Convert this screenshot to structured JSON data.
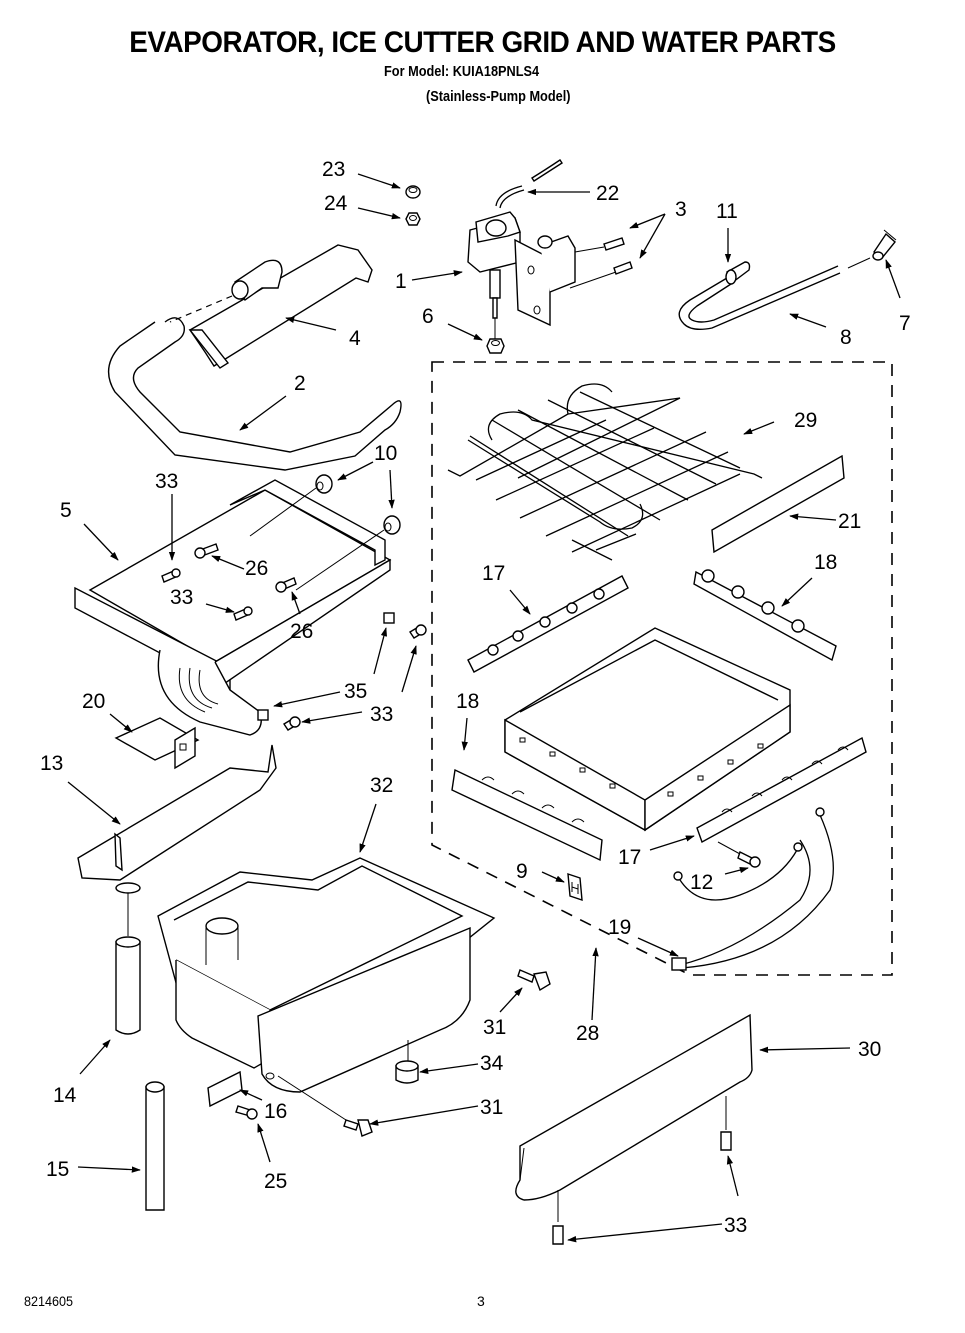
{
  "header": {
    "title": "EVAPORATOR, ICE CUTTER GRID AND WATER PARTS",
    "model_line": "For Model: KUIA18PNLS4",
    "variant_line": "(Stainless-Pump Model)"
  },
  "footer": {
    "document_number": "8214605",
    "page_number": "3"
  },
  "callouts": {
    "c1": "1",
    "c2": "2",
    "c3": "3",
    "c4": "4",
    "c5": "5",
    "c6": "6",
    "c7": "7",
    "c8": "8",
    "c9": "9",
    "c10": "10",
    "c11": "11",
    "c12": "12",
    "c13": "13",
    "c14": "14",
    "c15": "15",
    "c16": "16",
    "c17a": "17",
    "c17b": "17",
    "c18a": "18",
    "c18b": "18",
    "c19": "19",
    "c20": "20",
    "c21": "21",
    "c22": "22",
    "c23": "23",
    "c24": "24",
    "c25": "25",
    "c26a": "26",
    "c26b": "26",
    "c28": "28",
    "c29": "29",
    "c30": "30",
    "c31a": "31",
    "c31b": "31",
    "c32": "32",
    "c33a": "33",
    "c33b": "33",
    "c33c": "33",
    "c33d": "33",
    "c33e": "33",
    "c34": "34",
    "c35": "35",
    "c10b": "10"
  },
  "parts": [
    {
      "callout": "1",
      "part": "water-valve"
    },
    {
      "callout": "2",
      "part": "water-tube"
    },
    {
      "callout": "3",
      "part": "valve-screws"
    },
    {
      "callout": "4",
      "part": "water-distributor"
    },
    {
      "callout": "5",
      "part": "evaporator-assembly"
    },
    {
      "callout": "6",
      "part": "valve-nut"
    },
    {
      "callout": "7",
      "part": "tube-fitting"
    },
    {
      "callout": "8",
      "part": "inlet-tube"
    },
    {
      "callout": "9",
      "part": "clip"
    },
    {
      "callout": "10",
      "part": "grommets"
    },
    {
      "callout": "11",
      "part": "tube-connector"
    },
    {
      "callout": "12",
      "part": "ground-screw"
    },
    {
      "callout": "13",
      "part": "water-trough"
    },
    {
      "callout": "14",
      "part": "drain-tube"
    },
    {
      "callout": "15",
      "part": "overflow-tube"
    },
    {
      "callout": "16",
      "part": "bracket"
    },
    {
      "callout": "17",
      "part": "cutter-grid-support"
    },
    {
      "callout": "18",
      "part": "cutter-grid-support"
    },
    {
      "callout": "19",
      "part": "wire-harness"
    },
    {
      "callout": "20",
      "part": "mounting-bracket"
    },
    {
      "callout": "21",
      "part": "insulation-strip"
    },
    {
      "callout": "22",
      "part": "valve-tube"
    },
    {
      "callout": "23",
      "part": "fitting"
    },
    {
      "callout": "24",
      "part": "nut"
    },
    {
      "callout": "25",
      "part": "screw"
    },
    {
      "callout": "26",
      "part": "screws"
    },
    {
      "callout": "28",
      "part": "cutter-grid-assembly"
    },
    {
      "callout": "29",
      "part": "cutter-grid-wire"
    },
    {
      "callout": "30",
      "part": "deflector"
    },
    {
      "callout": "31",
      "part": "screws"
    },
    {
      "callout": "32",
      "part": "water-reservoir"
    },
    {
      "callout": "33",
      "part": "screws"
    },
    {
      "callout": "34",
      "part": "float"
    },
    {
      "callout": "35",
      "part": "clips"
    }
  ]
}
